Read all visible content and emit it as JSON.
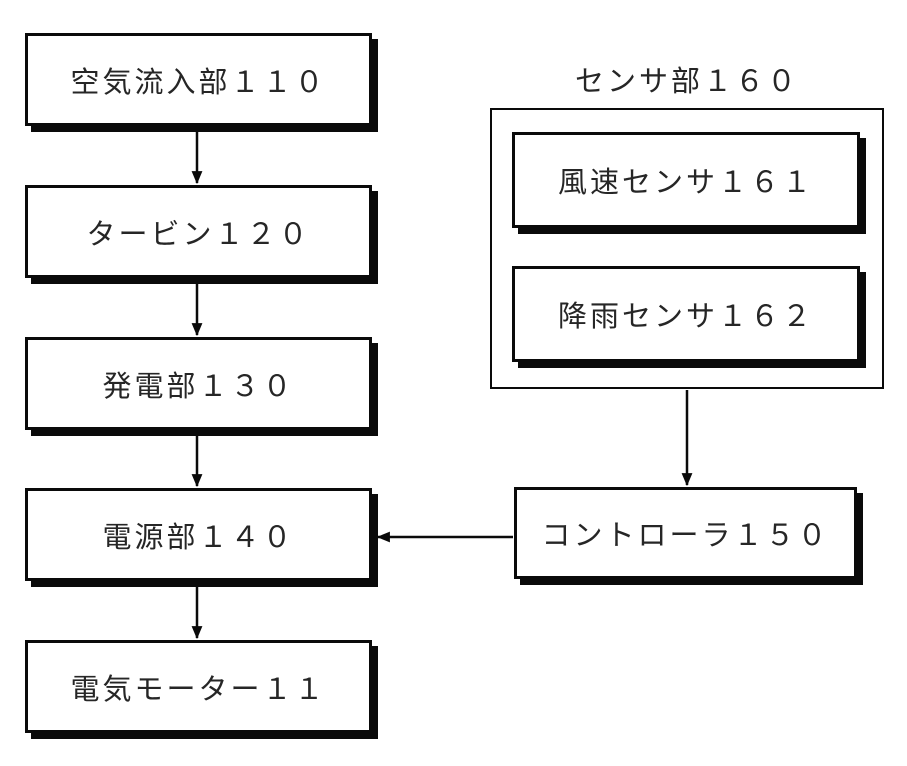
{
  "diagram": {
    "colors": {
      "background": "#ffffff",
      "line": "#0a0a0a",
      "box_fill": "#ffffff",
      "text": "#262626"
    },
    "nodes": [
      {
        "id": "air-inflow",
        "label": "空気流入部１１０"
      },
      {
        "id": "turbine",
        "label": "タービン１２０"
      },
      {
        "id": "power-generation",
        "label": "発電部１３０"
      },
      {
        "id": "power-supply",
        "label": "電源部１４０"
      },
      {
        "id": "electric-motor",
        "label": "電気モーター１１"
      },
      {
        "id": "wind-speed-sensor",
        "label": "風速センサ１６１"
      },
      {
        "id": "rain-sensor",
        "label": "降雨センサ１６２"
      },
      {
        "id": "controller",
        "label": "コントローラ１５０"
      }
    ],
    "groups": [
      {
        "id": "sensor-unit",
        "label": "センサ部１６０",
        "children": [
          "wind-speed-sensor",
          "rain-sensor"
        ]
      }
    ],
    "edges": [
      {
        "from": "air-inflow",
        "to": "turbine"
      },
      {
        "from": "turbine",
        "to": "power-generation"
      },
      {
        "from": "power-generation",
        "to": "power-supply"
      },
      {
        "from": "power-supply",
        "to": "electric-motor"
      },
      {
        "from": "sensor-unit",
        "to": "controller"
      },
      {
        "from": "controller",
        "to": "power-supply"
      }
    ]
  }
}
